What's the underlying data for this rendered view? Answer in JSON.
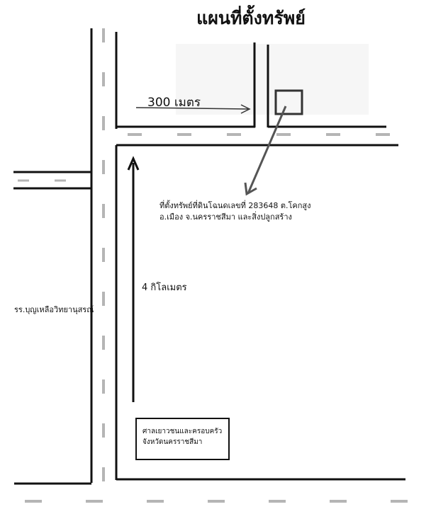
{
  "map": {
    "title": "แผนที่ตั้งทรัพย์",
    "road_labels": {
      "top_distance": "300 เมตร",
      "vertical_distance": "4 กิโลเมตร"
    },
    "property_note": {
      "line1": "ที่ตั้งทรัพย์ที่ดินโฉนดเลขที่ 283648 ต.โคกสูง",
      "line2": "อ.เมือง จ.นครราชสีมา และสิ่งปลูกสร้าง"
    },
    "school_label": "รร.บุญเหลือวิทยานุสรณ์",
    "office_label": {
      "line1": "ศาลเยาวชนและครอบครัว",
      "line2": "จังหวัดนครราชสีมา"
    },
    "colors": {
      "road_line": "#111111",
      "lane_marking": "#b5b5b5",
      "pointer_arrow": "#555555",
      "property_box": "#333333",
      "faint_patch": "#f6f6f6"
    },
    "icons": {
      "property": "square-outline-icon",
      "pointer": "diagonal-arrow-icon",
      "direction": "north-arrow-icon"
    }
  }
}
